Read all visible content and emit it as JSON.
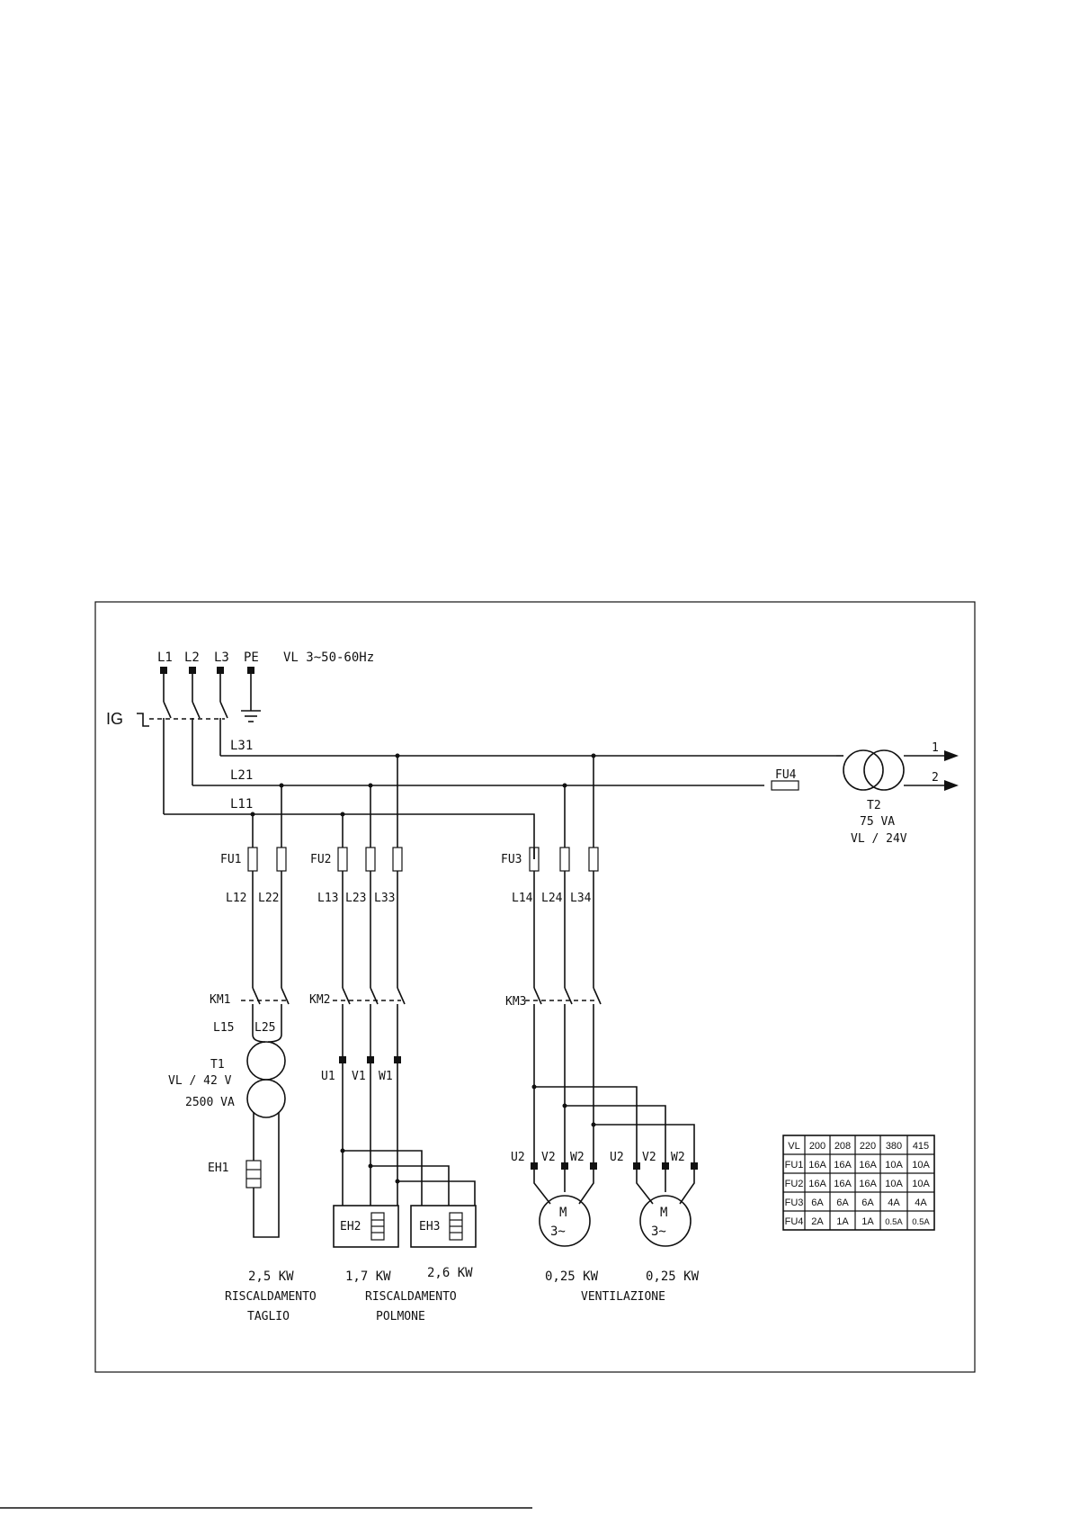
{
  "supply": {
    "phases": [
      "L1",
      "L2",
      "L3",
      "PE"
    ],
    "voltage": "VL 3~50-60Hz",
    "main_switch": "IG"
  },
  "bus": {
    "l31": "L31",
    "l21": "L21",
    "l11": "L11"
  },
  "fuses": {
    "fu1": "FU1",
    "fu2": "FU2",
    "fu3": "FU3",
    "fu4": "FU4"
  },
  "conductors": {
    "g1": [
      "L12",
      "L22"
    ],
    "g2": [
      "L13",
      "L23",
      "L33"
    ],
    "g3": [
      "L14",
      "L24",
      "L34"
    ],
    "g1_low": [
      "L15",
      "L25"
    ]
  },
  "contactors": {
    "km1": "KM1",
    "km2": "KM2",
    "km3": "KM3"
  },
  "terminals": {
    "heater_v1": [
      "U1",
      "V1",
      "W1"
    ],
    "motor_a": [
      "U2",
      "V2",
      "W2"
    ],
    "motor_b": [
      "U2",
      "V2",
      "W2"
    ]
  },
  "transformer_t1": {
    "name": "T1",
    "ratio": "VL / 42 V",
    "rating": "2500 VA"
  },
  "transformer_t2": {
    "name": "T2",
    "rating": "75 VA",
    "ratio": "VL / 24V",
    "out1": "1",
    "out2": "2"
  },
  "loads": {
    "eh1": "EH1",
    "eh2": "EH2",
    "eh3": "EH3",
    "motor_m": "M",
    "motor_phase": "3~"
  },
  "captions": {
    "p1": "2,5 KW",
    "p2": "1,7 KW",
    "p3": "2,6 KW",
    "p4": "0,25 KW",
    "p5": "0,25 KW",
    "grp1_a": "RISCALDAMENTO",
    "grp1_b": "TAGLIO",
    "grp2_a": "RISCALDAMENTO",
    "grp2_b": "POLMONE",
    "grp3": "VENTILAZIONE"
  },
  "fuse_table": {
    "header": [
      "VL",
      "200",
      "208",
      "220",
      "380",
      "415"
    ],
    "rows": [
      [
        "FU1",
        "16A",
        "16A",
        "16A",
        "10A",
        "10A"
      ],
      [
        "FU2",
        "16A",
        "16A",
        "16A",
        "10A",
        "10A"
      ],
      [
        "FU3",
        "6A",
        "6A",
        "6A",
        "4A",
        "4A"
      ],
      [
        "FU4",
        "2A",
        "1A",
        "1A",
        "0.5A",
        "0.5A"
      ]
    ]
  }
}
